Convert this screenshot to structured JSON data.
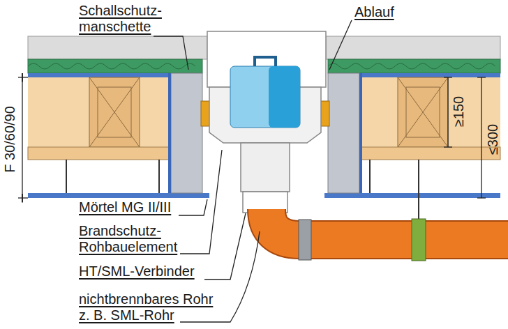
{
  "diagram": {
    "labels": [
      "Schallschutz- manschette",
      "Ablauf",
      "F 30/60/90",
      "≥150",
      "≤300",
      "Mörtel MG II/III",
      "Brandschutz- Rohbauelement",
      "HT/SML-Verbinder",
      "nichtbrennbares Rohr z. B. SML-Rohr"
    ]
  }
}
